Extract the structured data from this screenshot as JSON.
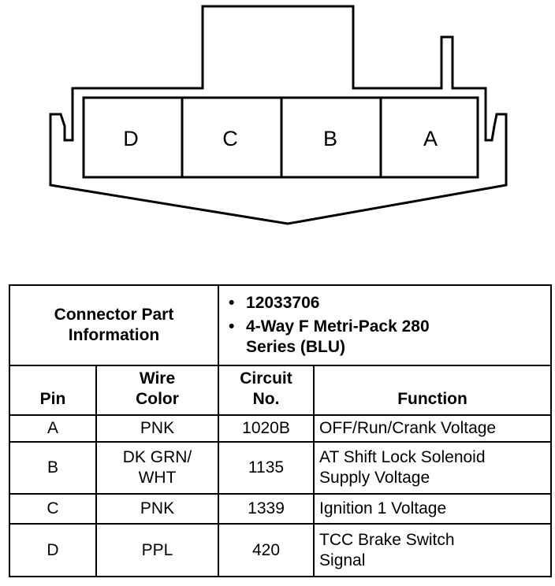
{
  "connector": {
    "pins": [
      "D",
      "C",
      "B",
      "A"
    ]
  },
  "table": {
    "header": {
      "part_info_label": "Connector Part Information",
      "part_numbers": [
        "12033706",
        "4-Way F Metri-Pack 280 Series (BLU)"
      ]
    },
    "columns": {
      "pin": "Pin",
      "wire_color": "Wire Color",
      "circuit": "Circuit No.",
      "function": "Function"
    },
    "rows": [
      {
        "pin": "A",
        "wire_color": "PNK",
        "circuit": "1020B",
        "function": "OFF/Run/Crank Voltage"
      },
      {
        "pin": "B",
        "wire_color": "DK GRN/ WHT",
        "circuit": "1135",
        "function": "AT Shift Lock Solenoid Supply Voltage"
      },
      {
        "pin": "C",
        "wire_color": "PNK",
        "circuit": "1339",
        "function": "Ignition 1 Voltage"
      },
      {
        "pin": "D",
        "wire_color": "PPL",
        "circuit": "420",
        "function": "TCC Brake Switch Signal"
      }
    ]
  }
}
